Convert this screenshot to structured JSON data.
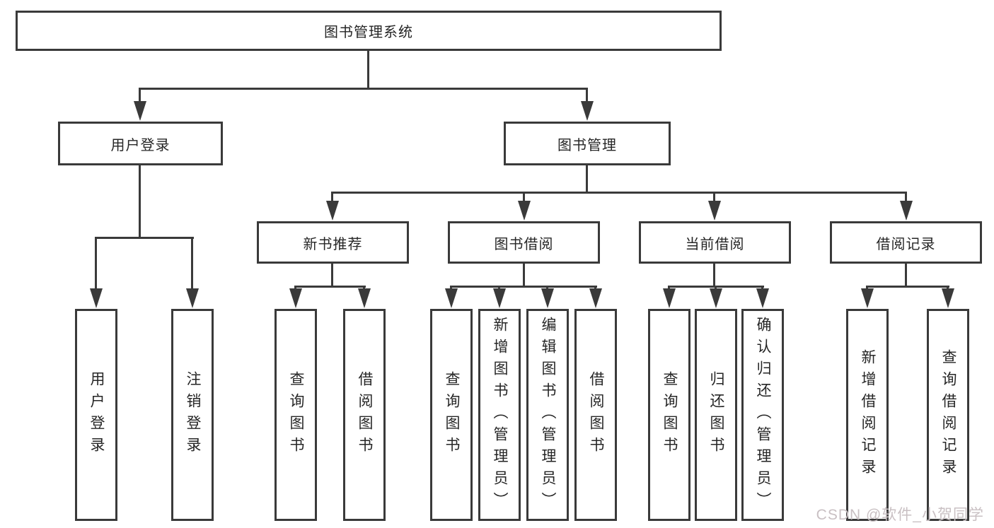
{
  "colors": {
    "line": "#3a3a3a",
    "box_border": "#3a3a3a",
    "box_fill": "#ffffff",
    "text": "#262626",
    "watermark": "#c9c0c3",
    "background": "#ffffff"
  },
  "watermark": {
    "text": "CSDN @软件_小贺同学"
  },
  "tree": {
    "root": {
      "label": "图书管理系统"
    },
    "branches": [
      {
        "label": "用户登录",
        "children": [
          {
            "label": "用户登录"
          },
          {
            "label": "注销登录"
          }
        ]
      },
      {
        "label": "图书管理",
        "children": [
          {
            "label": "新书推荐",
            "children": [
              {
                "label": "查询图书"
              },
              {
                "label": "借阅图书"
              }
            ]
          },
          {
            "label": "图书借阅",
            "children": [
              {
                "label": "查询图书"
              },
              {
                "label": "新增图书（管理员）"
              },
              {
                "label": "编辑图书（管理员）"
              },
              {
                "label": "借阅图书"
              }
            ]
          },
          {
            "label": "当前借阅",
            "children": [
              {
                "label": "查询图书"
              },
              {
                "label": "归还图书"
              },
              {
                "label": "确认归还（管理员）"
              }
            ]
          },
          {
            "label": "借阅记录",
            "children": [
              {
                "label": "新增借阅记录"
              },
              {
                "label": "查询借阅记录"
              }
            ]
          }
        ]
      }
    ]
  }
}
